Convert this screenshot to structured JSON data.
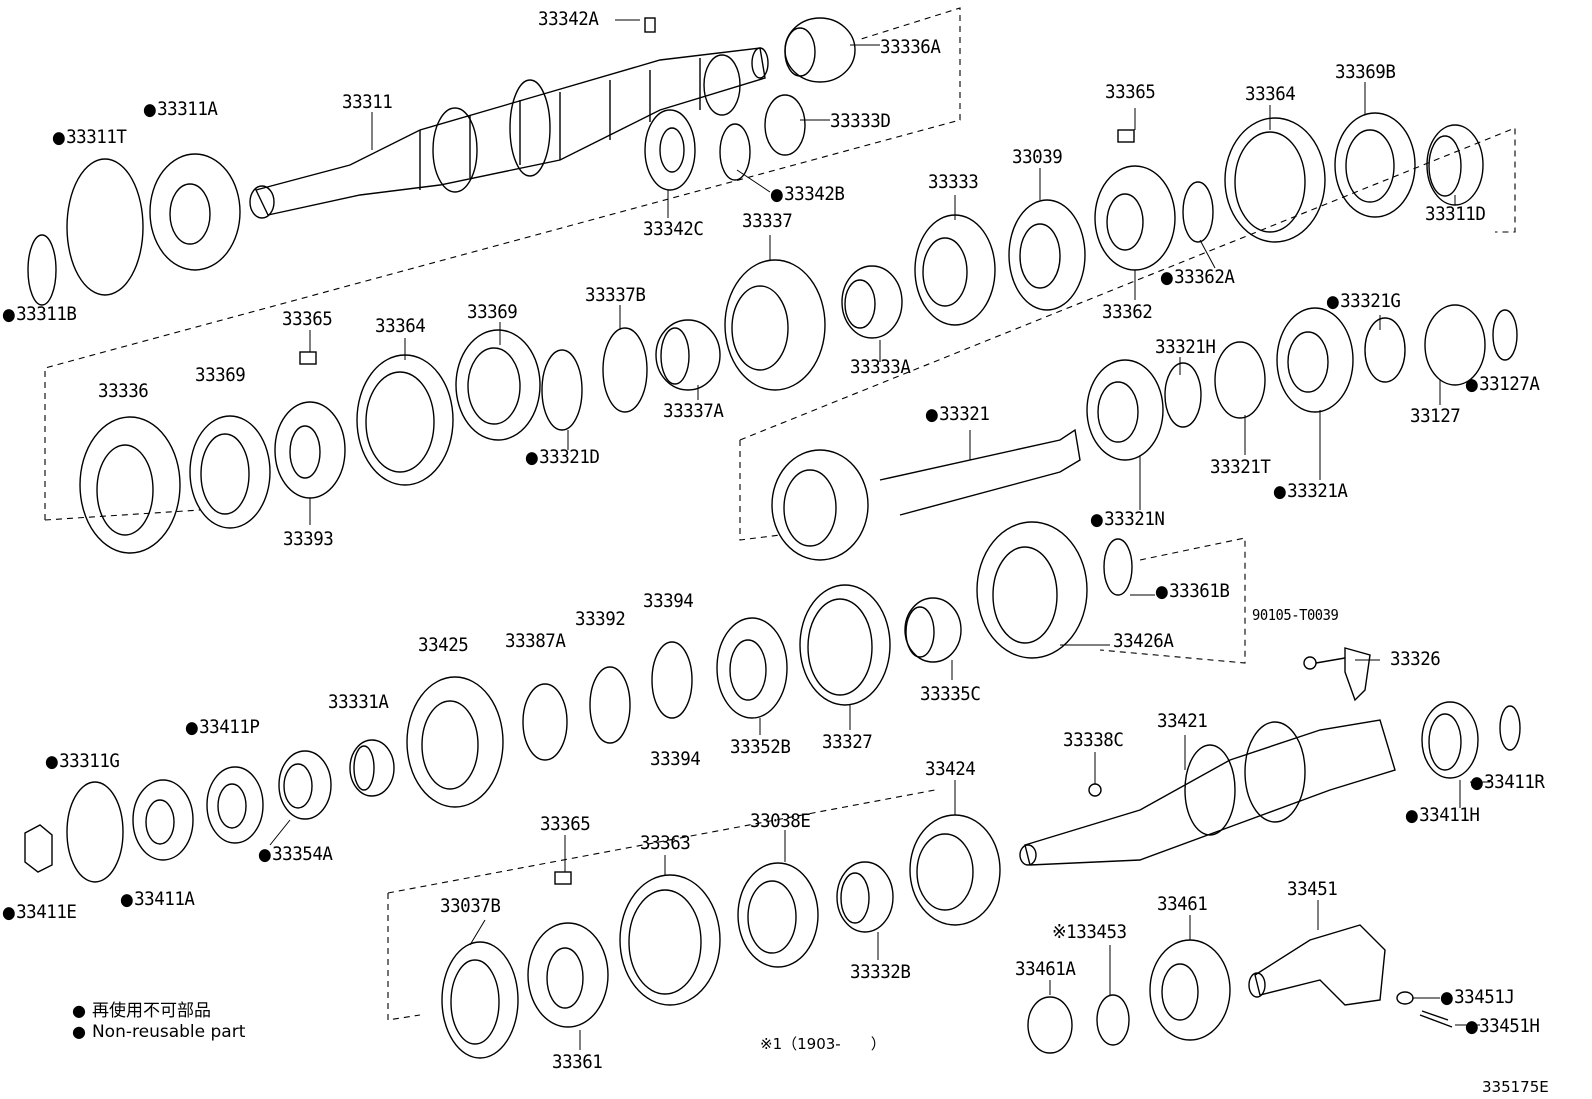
{
  "diagram": {
    "labels": [
      {
        "id": "33342A",
        "nr": false
      },
      {
        "id": "33336A",
        "nr": false
      },
      {
        "id": "33311",
        "nr": false
      },
      {
        "id": "33311A",
        "nr": true
      },
      {
        "id": "33311T",
        "nr": true
      },
      {
        "id": "33333D",
        "nr": false
      },
      {
        "id": "33342B",
        "nr": true
      },
      {
        "id": "33342C",
        "nr": false
      },
      {
        "id": "33311B",
        "nr": true
      },
      {
        "id": "33365",
        "nr": false
      },
      {
        "id": "33364",
        "nr": false
      },
      {
        "id": "33369B",
        "nr": false
      },
      {
        "id": "33039",
        "nr": false
      },
      {
        "id": "33333",
        "nr": false
      },
      {
        "id": "33337",
        "nr": false
      },
      {
        "id": "33362A",
        "nr": true
      },
      {
        "id": "33311D",
        "nr": false
      },
      {
        "id": "33362",
        "nr": false
      },
      {
        "id": "33337B",
        "nr": false
      },
      {
        "id": "33321G",
        "nr": true
      },
      {
        "id": "33365",
        "nr": false
      },
      {
        "id": "33364",
        "nr": false
      },
      {
        "id": "33369",
        "nr": false
      },
      {
        "id": "33321H",
        "nr": false
      },
      {
        "id": "33333A",
        "nr": false
      },
      {
        "id": "33127A",
        "nr": true
      },
      {
        "id": "33336",
        "nr": false
      },
      {
        "id": "33369",
        "nr": false
      },
      {
        "id": "33337A",
        "nr": false
      },
      {
        "id": "33127",
        "nr": false
      },
      {
        "id": "33321",
        "nr": true
      },
      {
        "id": "33321D",
        "nr": true
      },
      {
        "id": "33321T",
        "nr": false
      },
      {
        "id": "33321A",
        "nr": true
      },
      {
        "id": "33321N",
        "nr": true
      },
      {
        "id": "33393",
        "nr": false
      },
      {
        "id": "33361B",
        "nr": true
      },
      {
        "id": "33394",
        "nr": false
      },
      {
        "id": "33392",
        "nr": false
      },
      {
        "id": "33425",
        "nr": false
      },
      {
        "id": "33387A",
        "nr": false
      },
      {
        "id": "33426A",
        "nr": false
      },
      {
        "id": "33326",
        "nr": false
      },
      {
        "id": "33331A",
        "nr": false
      },
      {
        "id": "33335C",
        "nr": false
      },
      {
        "id": "33411P",
        "nr": true
      },
      {
        "id": "33352B",
        "nr": false
      },
      {
        "id": "33327",
        "nr": false
      },
      {
        "id": "33421",
        "nr": false
      },
      {
        "id": "33338C",
        "nr": false
      },
      {
        "id": "33394",
        "nr": false
      },
      {
        "id": "33311G",
        "nr": true
      },
      {
        "id": "33424",
        "nr": false
      },
      {
        "id": "33411R",
        "nr": true
      },
      {
        "id": "33411H",
        "nr": true
      },
      {
        "id": "33354A",
        "nr": true
      },
      {
        "id": "33365",
        "nr": false
      },
      {
        "id": "33363",
        "nr": false
      },
      {
        "id": "33038E",
        "nr": false
      },
      {
        "id": "33411E",
        "nr": true
      },
      {
        "id": "33411A",
        "nr": true
      },
      {
        "id": "33037B",
        "nr": false
      },
      {
        "id": "33451",
        "nr": false
      },
      {
        "id": "33461",
        "nr": false
      },
      {
        "id": "※133453",
        "nr": false
      },
      {
        "id": "33332B",
        "nr": false
      },
      {
        "id": "33461A",
        "nr": false
      },
      {
        "id": "33451J",
        "nr": true
      },
      {
        "id": "33451H",
        "nr": true
      },
      {
        "id": "33361",
        "nr": false
      },
      {
        "id": "90105-T0039",
        "nr": false
      }
    ],
    "legend": {
      "jp": "再使用不可部品",
      "en": "Non-reusable part"
    },
    "footnote": "※1（1903-　　）",
    "figure_code": "335175E"
  }
}
